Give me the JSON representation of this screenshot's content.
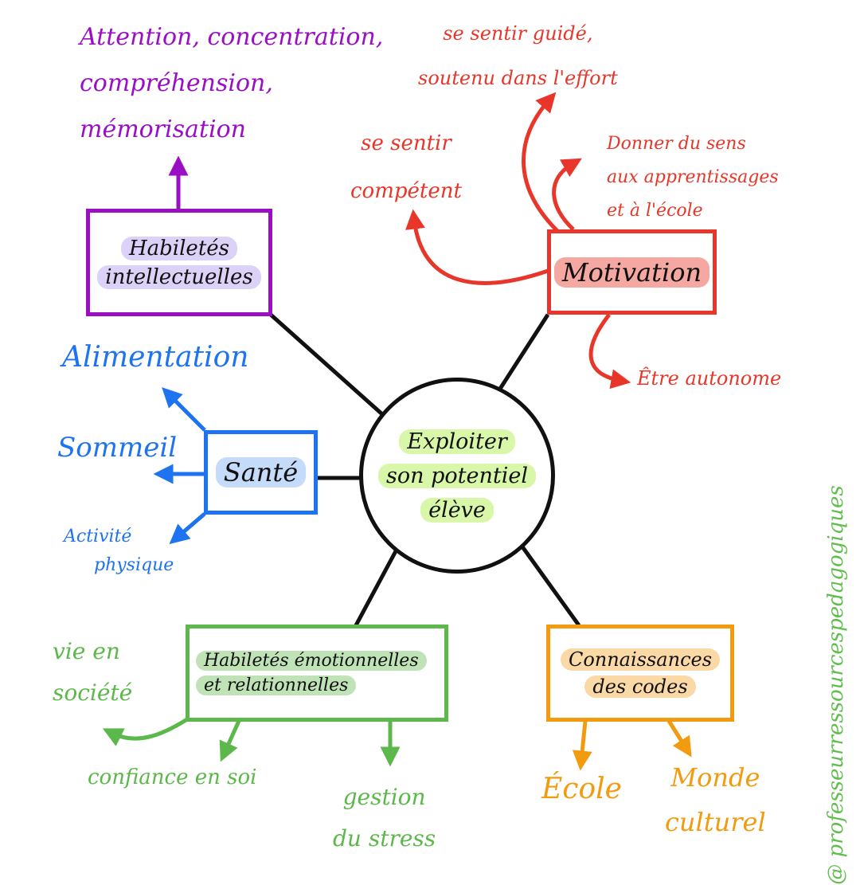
{
  "center": {
    "lines": [
      "Exploiter",
      "son potentiel",
      "élève"
    ],
    "color": "#111111",
    "highlight": "#d9f7a8"
  },
  "branches": {
    "habiletes_intellectuelles": {
      "title_lines": [
        "Habiletés",
        "intellectuelles"
      ],
      "color": "#9a0fc4",
      "highlight": "#dcd2f7",
      "children": [
        {
          "lines": [
            "Attention, concentration,",
            "compréhension,",
            "mémorisation"
          ]
        }
      ]
    },
    "motivation": {
      "title_lines": [
        "Motivation"
      ],
      "color": "#e8362a",
      "highlight": "#f5a8a2",
      "children": [
        {
          "lines": [
            "se sentir guidé,",
            "soutenu dans l'effort"
          ]
        },
        {
          "lines": [
            "se sentir",
            "compétent"
          ]
        },
        {
          "lines": [
            "Donner du sens",
            "aux apprentissages",
            "et à l'école"
          ]
        },
        {
          "lines": [
            "Être autonome"
          ]
        }
      ]
    },
    "sante": {
      "title_lines": [
        "Santé"
      ],
      "color": "#1e73f0",
      "highlight": "#c4dcfa",
      "children": [
        {
          "lines": [
            "Alimentation"
          ]
        },
        {
          "lines": [
            "Sommeil"
          ]
        },
        {
          "lines": [
            "Activité",
            "physique"
          ]
        }
      ]
    },
    "habiletes_emotionnelles": {
      "title_lines": [
        "Habiletés émotionnelles",
        "et relationnelles"
      ],
      "color": "#5cb84a",
      "highlight": "#bfe3b6",
      "children": [
        {
          "lines": [
            "vie en",
            "société"
          ]
        },
        {
          "lines": [
            "confiance en soi"
          ]
        },
        {
          "lines": [
            "gestion",
            "du stress"
          ]
        }
      ]
    },
    "connaissance_codes": {
      "title_lines": [
        "Connaissances",
        "des codes"
      ],
      "color": "#f29b0f",
      "highlight": "#fbd9a6",
      "children": [
        {
          "lines": [
            "École"
          ]
        },
        {
          "lines": [
            "Monde",
            "culturel"
          ]
        }
      ]
    }
  },
  "watermark": "@ professeurressourcespedagogiques"
}
